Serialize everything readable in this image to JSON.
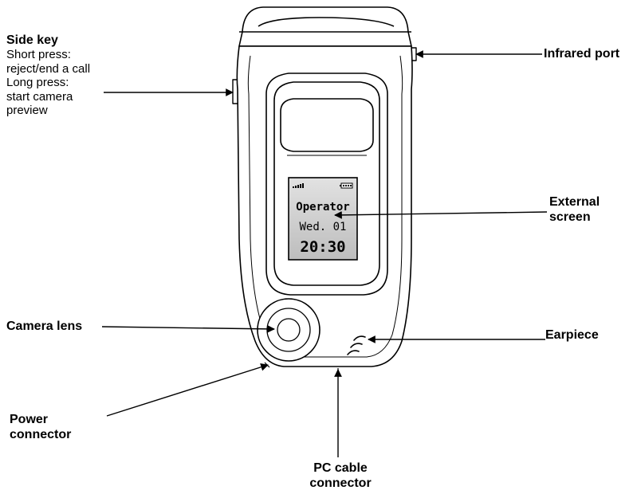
{
  "callouts": {
    "side_key": {
      "title": "Side key",
      "line1": "Short press:",
      "line2": "reject/end a call",
      "line3": "Long press:",
      "line4": "start camera",
      "line5": "preview"
    },
    "infrared_port": "Infrared port",
    "external_screen_line1": "External",
    "external_screen_line2": "screen",
    "camera_lens": "Camera lens",
    "earpiece": "Earpiece",
    "power_connector_line1": "Power",
    "power_connector_line2": "connector",
    "pc_cable_line1": "PC cable",
    "pc_cable_line2": "connector"
  },
  "external_display": {
    "operator": "Operator",
    "date": "Wed. 01",
    "time": "20:30"
  }
}
